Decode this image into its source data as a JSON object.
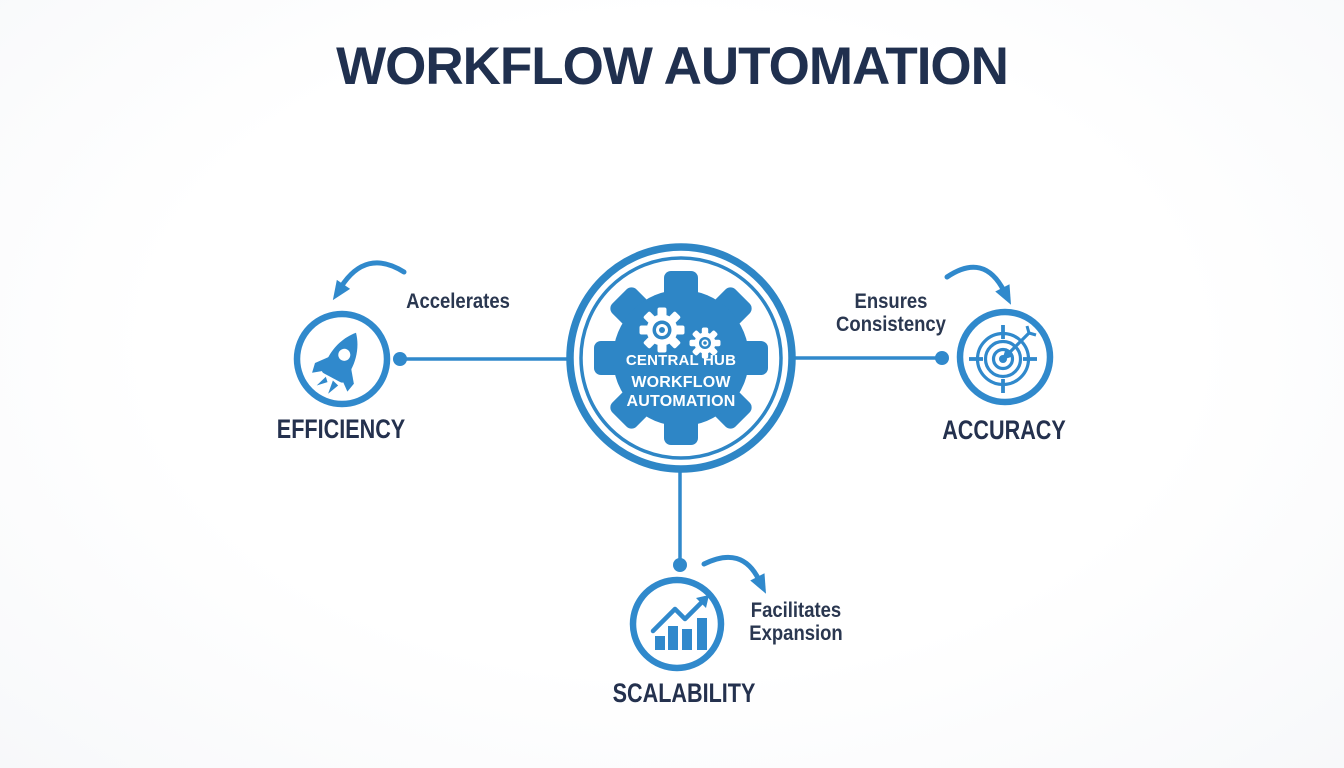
{
  "title": "WORKFLOW AUTOMATION",
  "hub": {
    "icon": "gears-icon",
    "line1": "CENTRAL HUB",
    "line2": "WORKFLOW",
    "line3": "AUTOMATION"
  },
  "nodes": [
    {
      "id": "efficiency",
      "label": "EFFICIENCY",
      "icon": "rocket-icon",
      "annotation": "Accelerates",
      "position": "left"
    },
    {
      "id": "accuracy",
      "label": "ACCURACY",
      "icon": "target-icon",
      "annotation": "Ensures\nConsistency",
      "position": "right"
    },
    {
      "id": "scalability",
      "label": "SCALABILITY",
      "icon": "bar-chart-icon",
      "annotation": "Facilitates\nExpansion",
      "position": "bottom"
    }
  ],
  "colors": {
    "accent_blue": "#3089CC",
    "hub_blue": "#2E86C6",
    "title_navy": "#20304F",
    "label_navy": "#2A3750",
    "background": "#FBFCFD"
  }
}
